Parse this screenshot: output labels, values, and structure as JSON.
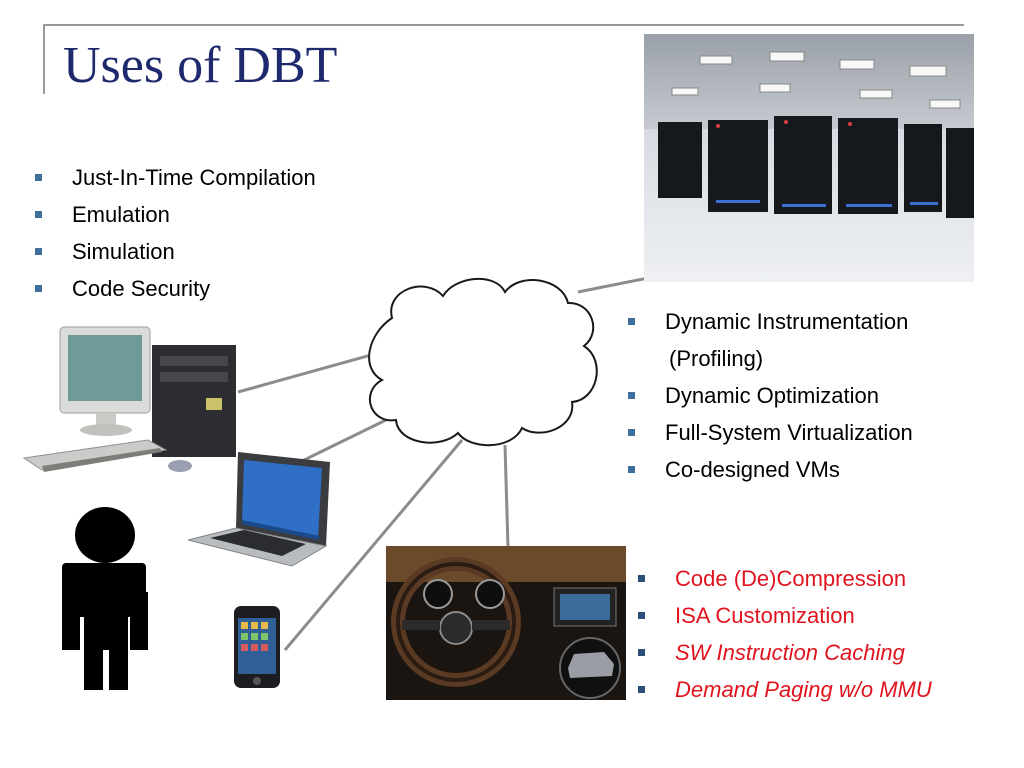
{
  "title": "Uses of DBT",
  "list_general": [
    "Just-In-Time Compilation",
    "Emulation",
    "Simulation",
    "Code Security"
  ],
  "list_datacenter": {
    "item1_line1": "Dynamic Instrumentation",
    "item1_line2": "(Profiling)",
    "item2": "Dynamic Optimization",
    "item3": "Full-System Virtualization",
    "item4": "Co-designed VMs"
  },
  "list_embedded": [
    "Code (De)Compression",
    "ISA Customization",
    "SW Instruction Caching",
    "Demand Paging w/o MMU"
  ],
  "colors": {
    "title": "#1f2a6e",
    "bullet": "#3f6f9d",
    "red_text": "#e0141e",
    "connector": "#8c8c8c"
  },
  "icons": [
    "cloud-icon",
    "datacenter-photo",
    "desktop-computer-icon",
    "laptop-icon",
    "person-icon",
    "smartphone-icon",
    "car-dashboard-photo"
  ]
}
